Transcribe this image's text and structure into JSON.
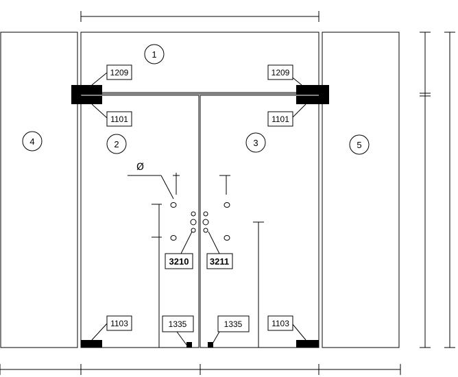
{
  "diagram": {
    "panel_numbers": {
      "p1": "1",
      "p2": "2",
      "p3": "3",
      "p4": "4",
      "p5": "5"
    },
    "tags": {
      "top_left_clamp": "1209",
      "top_right_clamp": "1209",
      "top_left_patch": "1101",
      "top_right_patch": "1101",
      "bottom_left_patch": "1103",
      "bottom_right_patch": "1103",
      "bottom_left_lock": "1335",
      "bottom_right_lock": "1335",
      "left_handle": "3210",
      "right_handle": "3211"
    },
    "diameter_symbol": "Ø"
  }
}
